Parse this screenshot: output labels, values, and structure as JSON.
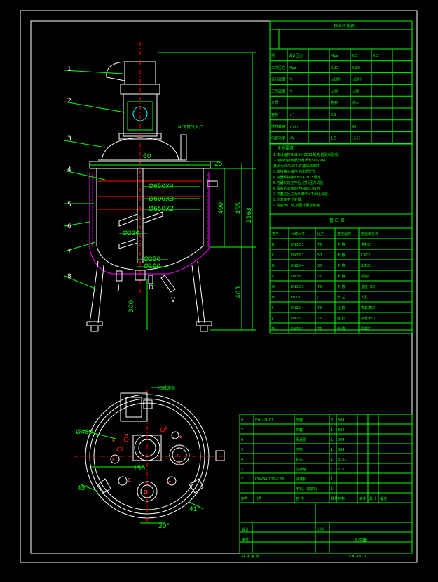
{
  "part_labels": [
    "1",
    "2",
    "3",
    "4",
    "5",
    "6",
    "7",
    "8"
  ],
  "dimensions": {
    "top_stub": "60",
    "heat_label": "NCF氮气入口",
    "rim_25": "25",
    "d650x4": "Ø650X4",
    "d600x3": "Ø600X3",
    "d650x2": "Ø650X2",
    "d220": "Ø220",
    "d250": "Ø250",
    "d100": "Ø100",
    "h400": "400",
    "h455": "455",
    "h1563": "1563",
    "h403": "403",
    "h300": "300",
    "d400": "Ø400",
    "d150": "150",
    "ang45": "45°",
    "ang41": "41°",
    "ang20": "20°",
    "nozzle_v": "V",
    "nozzle_j": "J",
    "nozzle_d": "D"
  },
  "plan_letters": [
    "A",
    "B",
    "C",
    "D",
    "E",
    "F",
    "G",
    "H",
    "I",
    "J",
    "K"
  ],
  "plan_motor_label": "旧减速器",
  "spec_table": {
    "title": "技术特性表",
    "rows": [
      [
        "项",
        "设计压力",
        "",
        "Mpa",
        "0.3",
        "0.3"
      ],
      [
        "工作压力",
        "Mpa",
        "",
        "0.25",
        "0.25"
      ],
      [
        "设计温度",
        "℃",
        "",
        "≤100",
        "≤100"
      ],
      [
        "工作温度",
        "℃",
        "",
        "≤90",
        "≤90"
      ],
      [
        "介质",
        "",
        "",
        "物料",
        "热水"
      ],
      [
        "容积",
        "m³",
        "",
        "0.2",
        ""
      ],
      [
        "搅拌转速",
        "r/min",
        "",
        "",
        "60"
      ],
      [
        "电机功率",
        "kW",
        "",
        "1.5",
        "1561"
      ]
    ]
  },
  "tech_notes": [
    "技术要求",
    "1.本设备按GB150-2011制造,检验和验收.",
    "2.与物料接触部分材质为SUS304,",
    "  其余为SUS304,夹套SUS304.",
    "3.焊接接头采用全焊透型式.",
    "4.容器焊接按NB/T47015规定.",
    "5.容器制造完毕后,进行压力试验.",
    "6.设备内表面抛光Ra≤0.4μm.",
    "7.夹套在压力为0.3MPa下水压试验.",
    "8.外表面亚光处理.",
    "9.设备出厂时,按图样要求包装."
  ],
  "nozzle_table": {
    "title": "管 口 表",
    "headers": [
      "符号",
      "公称尺寸",
      "压力",
      "连接型式",
      "用途或名称"
    ],
    "rows": [
      [
        "B",
        "DN38.1",
        "76",
        "卡 箍",
        "进料口"
      ],
      [
        "C",
        "DN38.1",
        "50",
        "卡 箍",
        "CIP口"
      ],
      [
        "D",
        "DN25.4",
        "50",
        "卡 箍",
        "出料口"
      ],
      [
        "E",
        "DN38.1",
        "76",
        "卡 箍",
        "视镜口"
      ],
      [
        "G",
        "DN38.1",
        "76",
        "卡 箍",
        "温度计口"
      ],
      [
        "H",
        "Ø118",
        "/",
        "法 兰",
        "人孔"
      ],
      [
        "I",
        "DN25",
        "76",
        "丝 扣",
        "夹套进口"
      ],
      [
        "J",
        "DN25",
        "76",
        "丝 扣",
        "夹套出口"
      ],
      [
        "W",
        "DN38.1",
        "76",
        "卡 箍",
        "取样口"
      ]
    ]
  },
  "bom": {
    "rows": [
      [
        "8",
        "FYG-01-01",
        "支腿",
        "3",
        "304",
        "",
        "",
        "",
        ""
      ],
      [
        "7",
        "",
        "夹套",
        "1",
        "304",
        "",
        "",
        "",
        ""
      ],
      [
        "6",
        "",
        "保温层",
        "1",
        "304",
        "",
        "",
        "",
        ""
      ],
      [
        "5",
        "",
        "内筒",
        "1",
        "304",
        "",
        "",
        "",
        ""
      ],
      [
        "4",
        "",
        "封头",
        "1",
        "316L",
        "",
        "",
        "",
        ""
      ],
      [
        "3",
        "",
        "搅拌轴",
        "1",
        "316L",
        "",
        "",
        "",
        ""
      ],
      [
        "2",
        "FYW94-100-0.55",
        "减速机",
        "1",
        "",
        "",
        "",
        "",
        ""
      ],
      [
        "1",
        "",
        "电机、减速机",
        "1",
        "",
        "",
        "",
        "",
        ""
      ]
    ],
    "header": [
      "序号",
      "代号",
      "名 称",
      "数量",
      "材料",
      "单件",
      "总计",
      "备注"
    ],
    "title_block": {
      "drawn": "设计",
      "check": "审核",
      "name": "反应罐",
      "drawing_no": "FYG-01-10",
      "scale_label": "比例",
      "sheet": "共 张 第 张"
    }
  },
  "colors": {
    "background": "#000000",
    "frame": "#ffffff",
    "table": "#00ff00",
    "centerline": "#ff0000",
    "shell": "#ff00ff",
    "dims": "#00ff00"
  }
}
